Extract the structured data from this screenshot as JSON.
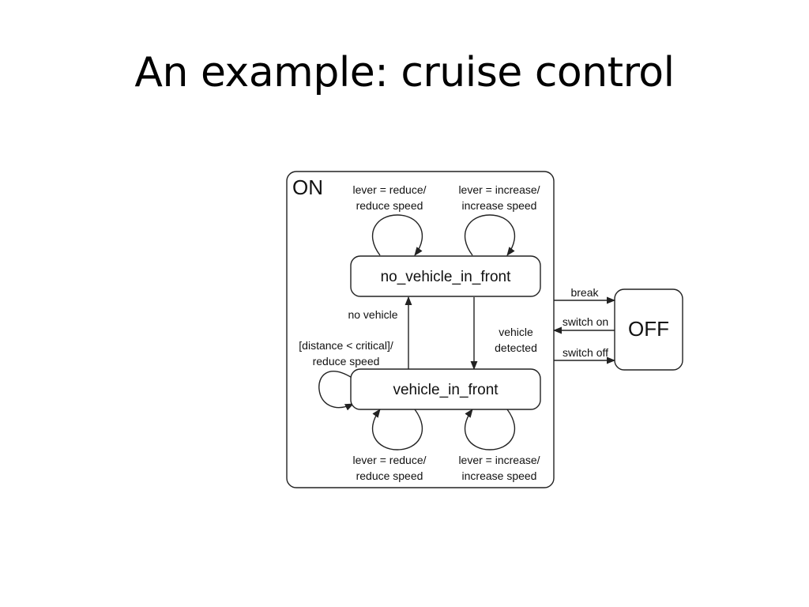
{
  "slide": {
    "title": "An example: cruise control"
  },
  "diagram": {
    "on_state": "ON",
    "off_state": "OFF",
    "states": {
      "no_vehicle": "no_vehicle_in_front",
      "vehicle": "vehicle_in_front"
    },
    "transitions": {
      "top_reduce": [
        "lever = reduce/",
        "reduce speed"
      ],
      "top_increase": [
        "lever = increase/",
        "increase speed"
      ],
      "bottom_reduce": [
        "lever = reduce/",
        "reduce speed"
      ],
      "bottom_increase": [
        "lever = increase/",
        "increase speed"
      ],
      "critical": [
        "[distance < critical]/",
        "reduce speed"
      ],
      "no_vehicle": "no vehicle",
      "vehicle_detected": [
        "vehicle",
        "detected"
      ],
      "break": "break",
      "switch_on": "switch on",
      "switch_off": "switch off"
    }
  }
}
